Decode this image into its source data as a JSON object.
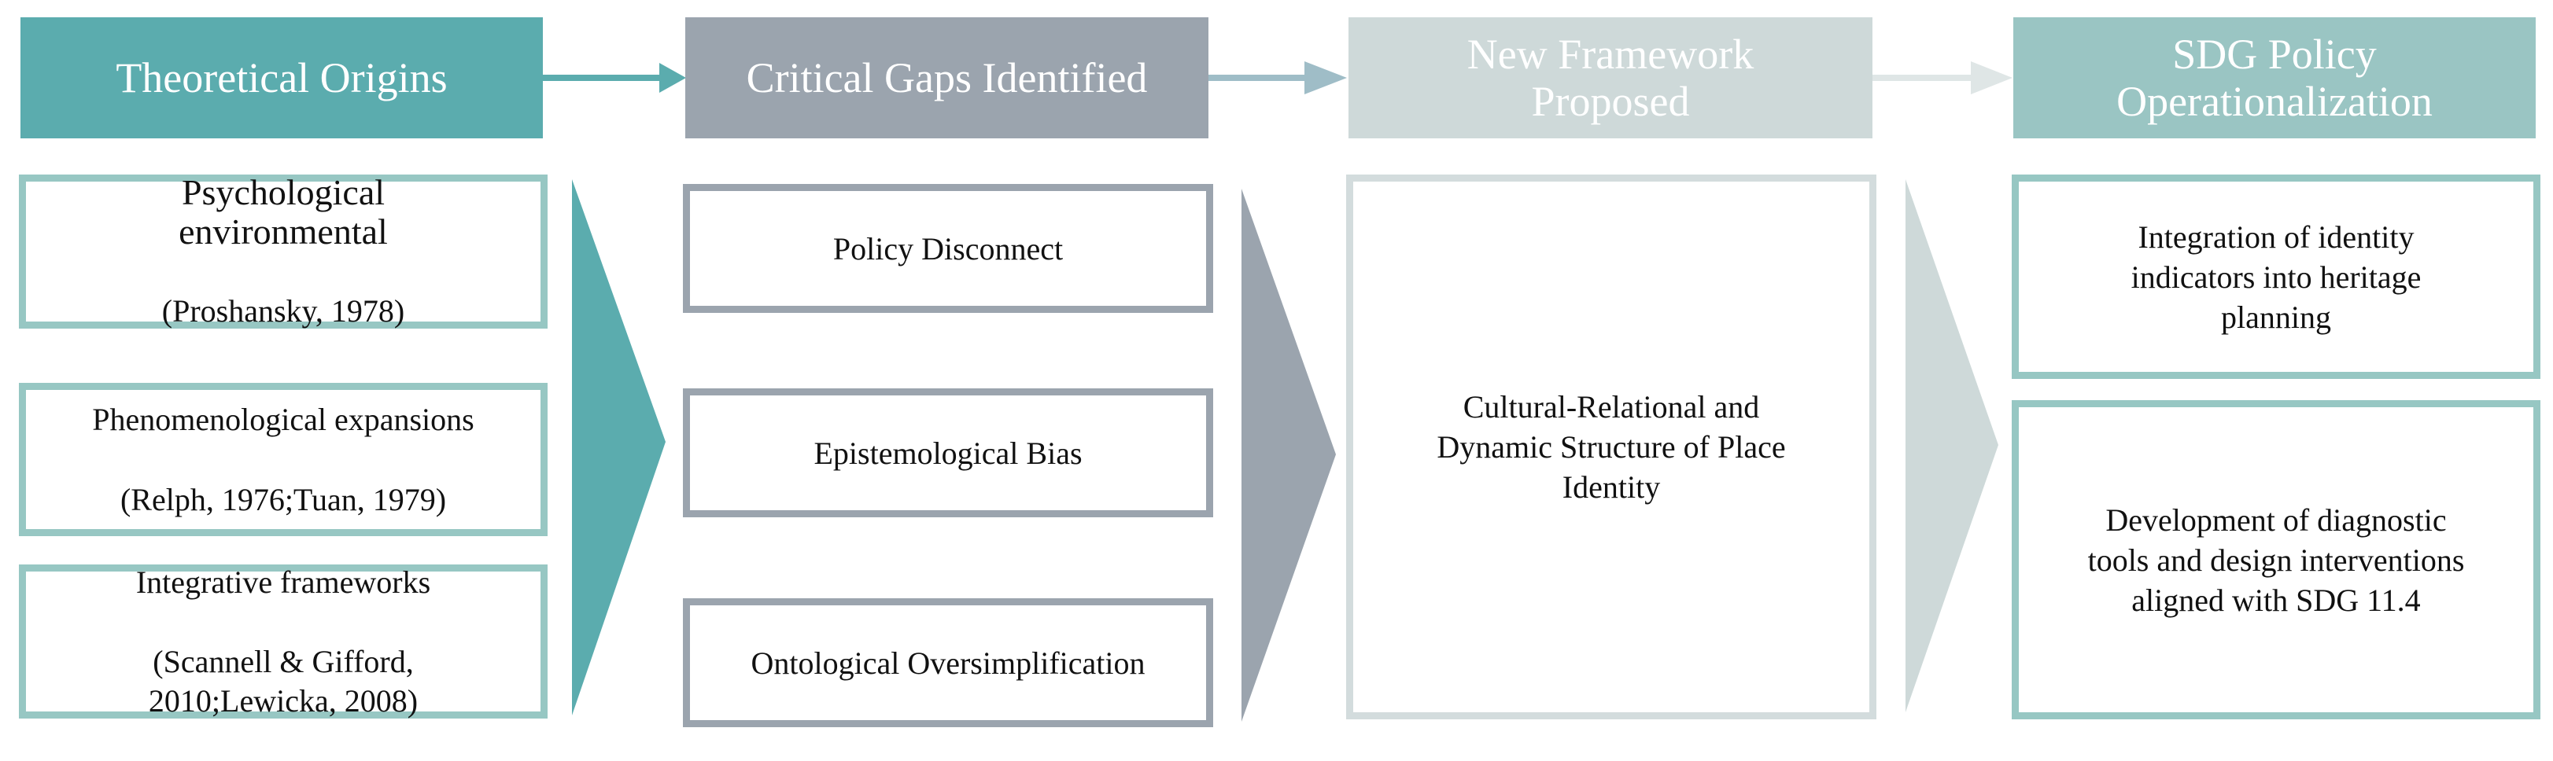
{
  "columns": [
    {
      "header": "Theoretical Origins",
      "color": "#5bacae",
      "items": [
        {
          "title": "Psychological\nenvironmental",
          "citation": "(Proshansky, 1978)"
        },
        {
          "title": "Phenomenological expansions",
          "citation": "(Relph, 1976;Tuan, 1979)"
        },
        {
          "title": "Integrative frameworks",
          "citation": "(Scannell & Gifford,\n2010;Lewicka, 2008)"
        }
      ]
    },
    {
      "header": "Critical Gaps Identified",
      "color": "#9ba4ae",
      "items": [
        {
          "title": "Policy Disconnect"
        },
        {
          "title": "Epistemological Bias"
        },
        {
          "title": "Ontological Oversimplification"
        }
      ]
    },
    {
      "header": "New Framework\nProposed",
      "color": "#ced9d9",
      "items": [
        {
          "title": "Cultural-Relational and\nDynamic Structure of Place\nIdentity"
        }
      ]
    },
    {
      "header": "SDG Policy\nOperationalization",
      "color": "#9ac5c3",
      "items": [
        {
          "title": "Integration of identity\nindicators into heritage\nplanning"
        },
        {
          "title": "Development of diagnostic\ntools and design interventions\naligned with SDG 11.4"
        }
      ]
    }
  ],
  "box_border_colors": [
    "#97c7c3",
    "#9ba4ae",
    "#d3dcdd",
    "#97c7c3"
  ]
}
